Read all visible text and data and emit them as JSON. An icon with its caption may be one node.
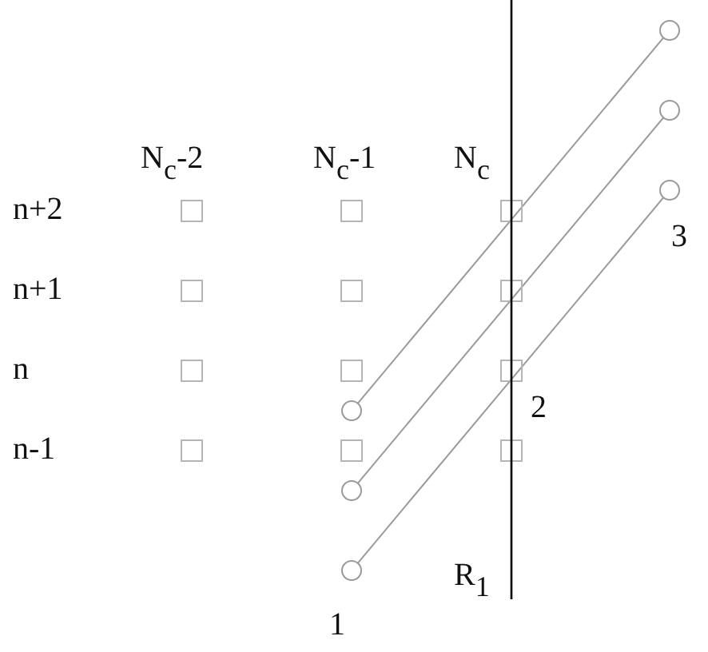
{
  "diagram": {
    "nodes": [
      {
        "text": [],
        "shape": "circle"
      },
      {
        "text": [],
        "shape": "circle"
      },
      {
        "text": [],
        "shape": "circle"
      },
      {
        "text": [],
        "shape": "circle"
      },
      {
        "text": [],
        "shape": "circle"
      },
      {
        "text": [],
        "shape": "circle"
      }
    ],
    "edges": [
      {
        "from": 3,
        "to": 0,
        "arrow": "none"
      },
      {
        "from": 4,
        "to": 1,
        "arrow": "none"
      },
      {
        "from": 5,
        "to": 2,
        "arrow": "none"
      }
    ],
    "labels": [
      "N$_{c}$-2",
      "N$_{c}$-1",
      "N$_{c}$",
      "n+2",
      "3",
      "n+1",
      "n",
      "2",
      "n-1",
      "R$_{1}$",
      "1"
    ]
  }
}
